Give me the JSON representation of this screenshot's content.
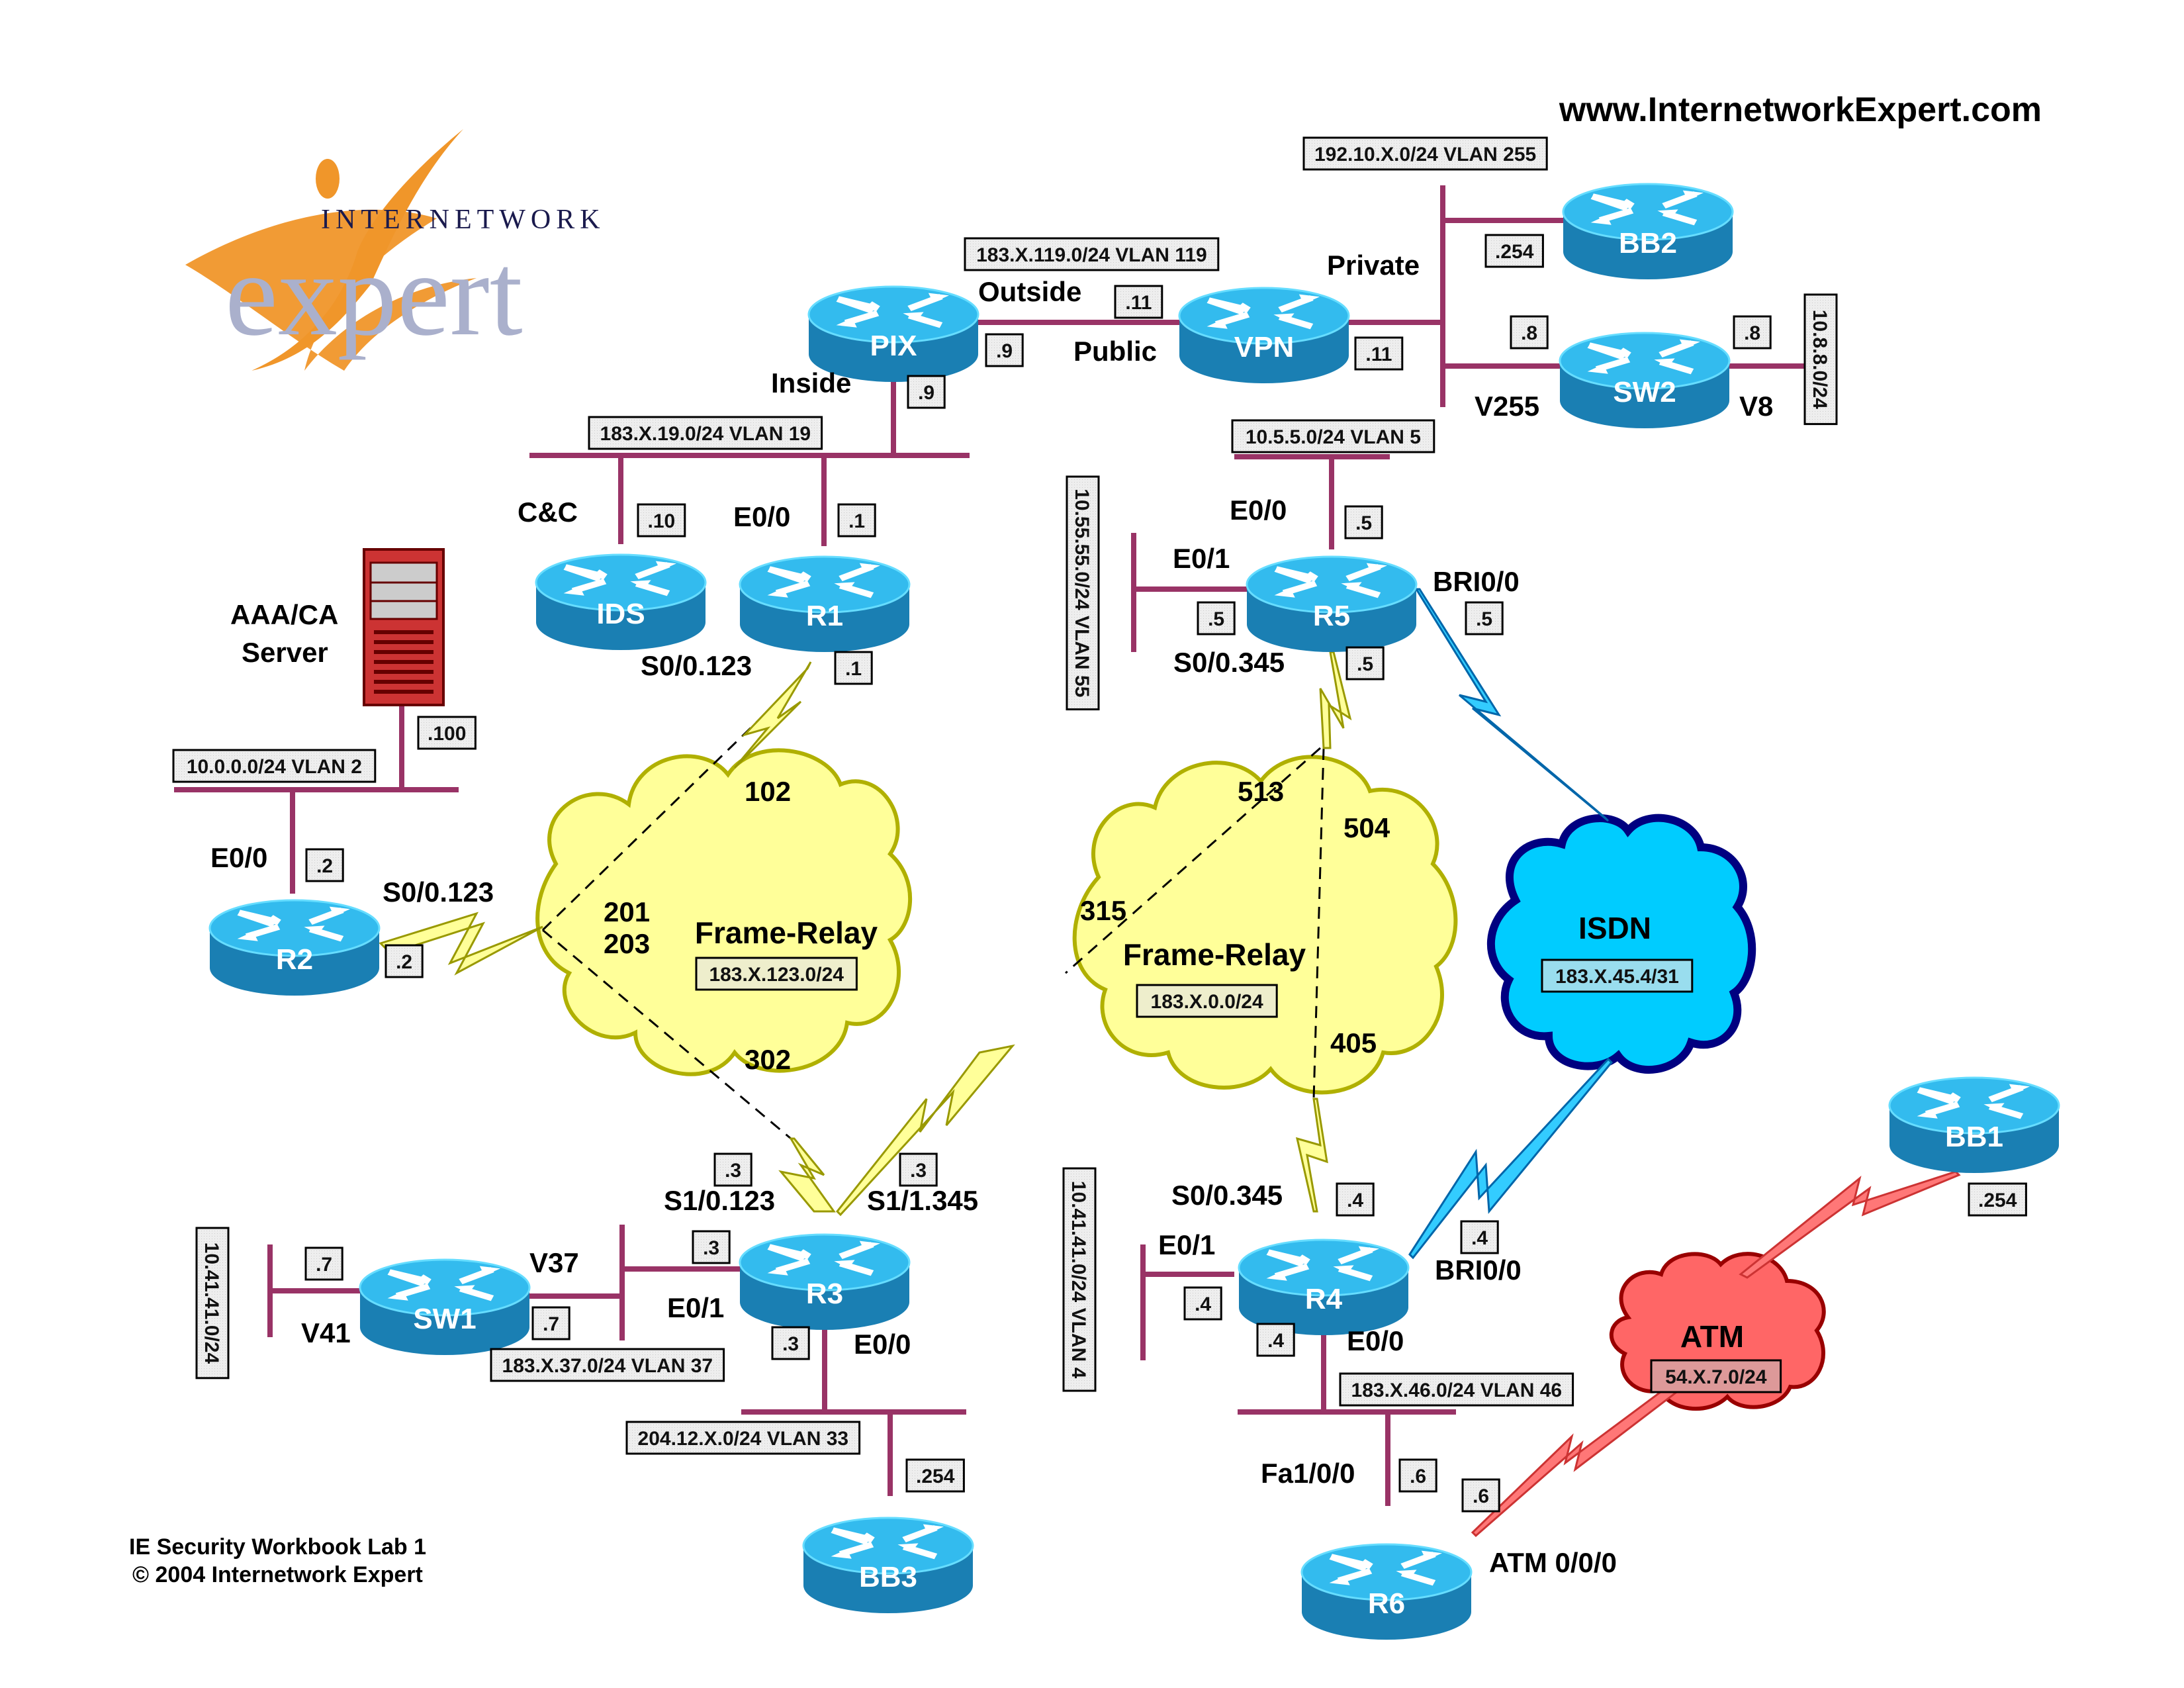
{
  "header": {
    "url": "www.InternetworkExpert.com",
    "logo_top": "INTERNETWORK",
    "logo_bottom": "expert"
  },
  "footer": {
    "line1": "IE Security Workbook Lab 1",
    "line2": "© 2004 Internetwork Expert"
  },
  "colors": {
    "ethernet": "#993366",
    "router_top": "#33bbee",
    "router_side": "#1a7fb3",
    "frame_relay_cloud": "#ffff99",
    "isdn_cloud": "#00ccff",
    "atm_cloud": "#ff6666",
    "serial_link": "#ffff99",
    "isdn_link": "#33ccff",
    "atm_link": "#ff7777"
  },
  "devices": {
    "pix": "PIX",
    "vpn": "VPN",
    "bb2": "BB2",
    "sw2": "SW2",
    "ids": "IDS",
    "r1": "R1",
    "r5": "R5",
    "r2": "R2",
    "r3": "R3",
    "sw1": "SW1",
    "bb3": "BB3",
    "r4": "R4",
    "r6": "R6",
    "bb1": "BB1",
    "server": "AAA/CA",
    "server2": "Server"
  },
  "subnets": {
    "vlan255": "192.10.X.0/24 VLAN 255",
    "vlan119": "183.X.119.0/24 VLAN 119",
    "vlan19": "183.X.19.0/24 VLAN 19",
    "vlan5": "10.5.5.0/24 VLAN 5",
    "vlan8": "10.8.8.0/24",
    "vlan55": "10.55.55.0/24 VLAN 55",
    "vlan2": "10.0.0.0/24 VLAN 2",
    "fr1": "183.X.123.0/24",
    "fr2": "183.X.0.0/24",
    "isdn": "183.X.45.4/31",
    "vlan41": "10.41.41.0/24",
    "vlan37": "183.X.37.0/24 VLAN 37",
    "vlan33": "204.12.X.0/24 VLAN 33",
    "vlan4": "10.41.41.0/24 VLAN 4",
    "vlan46": "183.X.46.0/24 VLAN 46",
    "atm": "54.X.7.0/24"
  },
  "clouds": {
    "fr1": "Frame-Relay",
    "fr2": "Frame-Relay",
    "isdn": "ISDN",
    "atm": "ATM"
  },
  "dlci": {
    "d102": "102",
    "d201": "201",
    "d203": "203",
    "d302": "302",
    "d513": "513",
    "d504": "504",
    "d315": "315",
    "d405": "405"
  },
  "interfaces": {
    "outside": "Outside",
    "public": "Public",
    "private": "Private",
    "inside": "Inside",
    "v255": "V255",
    "v8": "V8",
    "cc": "C&C",
    "r1_e00": "E0/0",
    "r1_s0": "S0/0.123",
    "r5_e00": "E0/0",
    "r5_e01": "E0/1",
    "r5_bri": "BRI0/0",
    "r5_s0": "S0/0.345",
    "r2_e00": "E0/0",
    "r2_s0": "S0/0.123",
    "r3_s10": "S1/0.123",
    "r3_s11": "S1/1.345",
    "r3_e01": "E0/1",
    "r3_e00": "E0/0",
    "v37": "V37",
    "v41": "V41",
    "r4_s0": "S0/0.345",
    "r4_e01": "E0/1",
    "r4_bri": "BRI0/0",
    "r4_e00": "E0/0",
    "r6_fa": "Fa1/0/0",
    "r6_atm": "ATM 0/0/0"
  },
  "hosts": {
    "vpn_out": ".11",
    "pix_out": ".9",
    "pix_in": ".9",
    "vpn_priv": ".11",
    "bb2": ".254",
    "sw2_v255": ".8",
    "sw2_v8": ".8",
    "ids": ".10",
    "r1_e": ".1",
    "r1_s": ".1",
    "r5_e00": ".5",
    "r5_e01": ".5",
    "r5_bri": ".5",
    "r5_s": ".5",
    "server": ".100",
    "r2_e": ".2",
    "r2_s": ".2",
    "r3_s10": ".3",
    "r3_s11": ".3",
    "r3_e01": ".3",
    "r3_e00": ".3",
    "sw1_v41": ".7",
    "sw1_v37": ".7",
    "bb3": ".254",
    "r4_s": ".4",
    "r4_bri": ".4",
    "r4_e01": ".4",
    "r4_e00": ".4",
    "r6_fa": ".6",
    "r6_atm": ".6",
    "bb1": ".254"
  }
}
